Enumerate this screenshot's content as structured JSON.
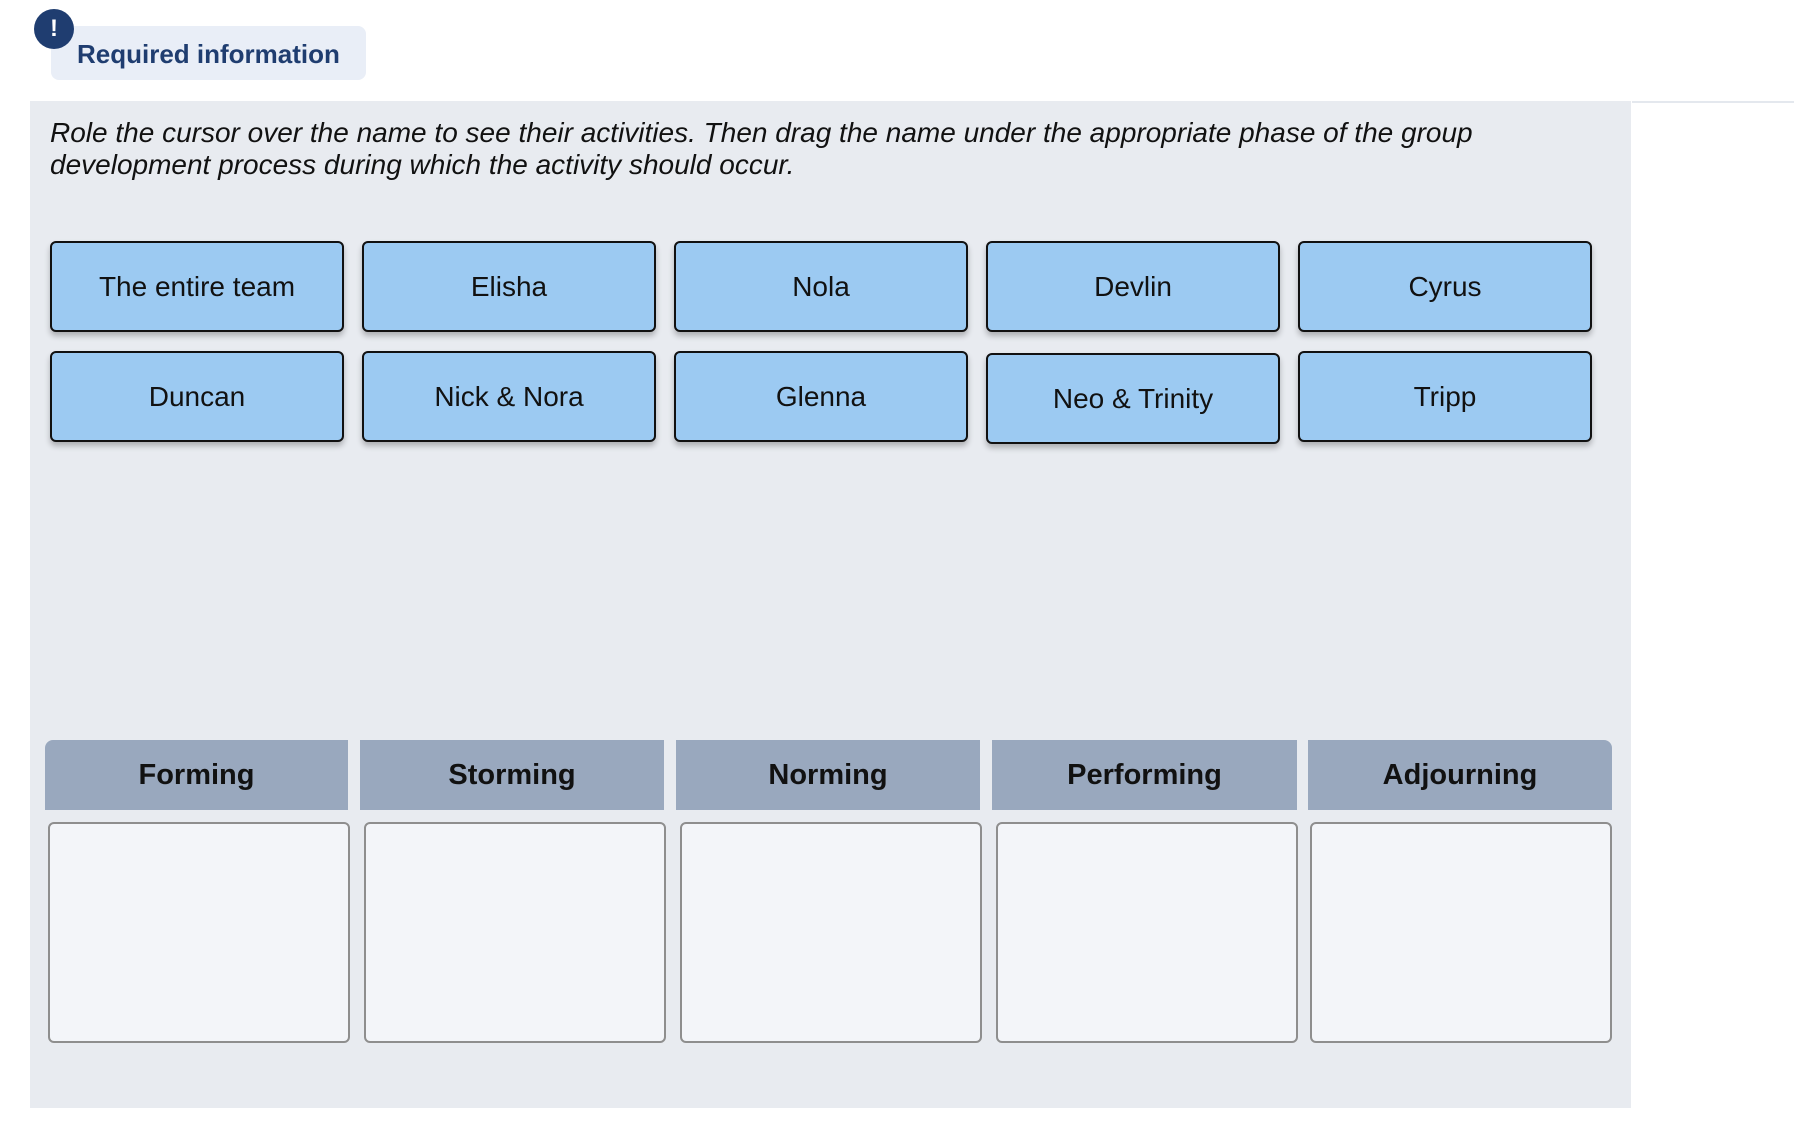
{
  "required_info": {
    "icon": "exclamation-icon",
    "icon_glyph": "!",
    "label": "Required information",
    "accent": "#1f3d70"
  },
  "instructions": "Role the cursor over the name to see their activities. Then drag the name under the appropriate phase of the group development process during which the activity should occur.",
  "names": [
    "The entire team",
    "Elisha",
    "Nola",
    "Devlin",
    "Cyrus",
    "Duncan",
    "Nick & Nora",
    "Glenna",
    "Neo & Trinity",
    "Tripp"
  ],
  "phases": [
    "Forming",
    "Storming",
    "Norming",
    "Performing",
    "Adjourning"
  ],
  "colors": {
    "card": "#9ccaf2",
    "panel": "#e8ebf0",
    "phase_header": "#99a8be",
    "drop_zone": "#f3f5f9"
  }
}
